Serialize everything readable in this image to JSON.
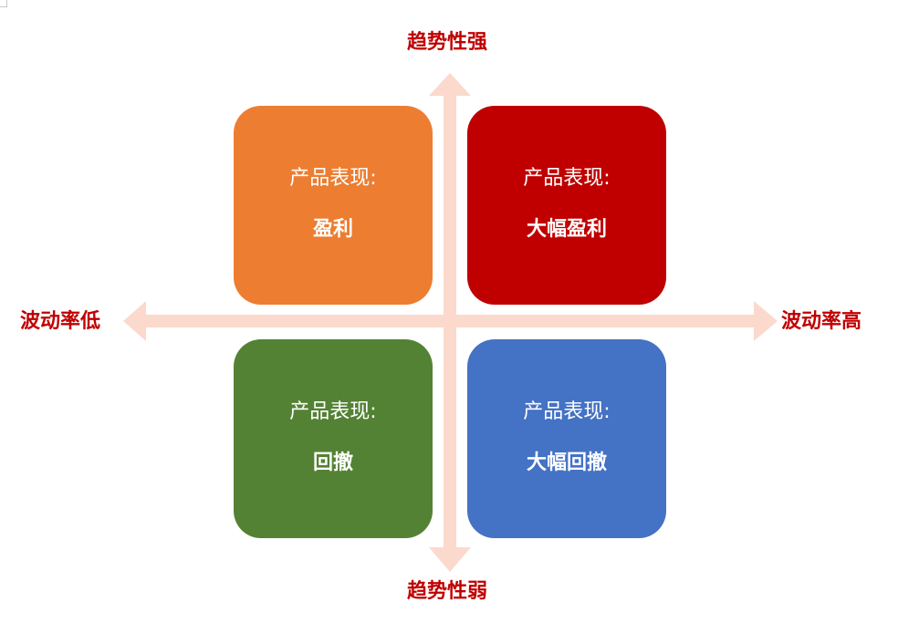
{
  "axes": {
    "top": "趋势性强",
    "bottom": "趋势性弱",
    "left": "波动率低",
    "right": "波动率高",
    "arrow_color": "#fbd9cd"
  },
  "quadrants": {
    "top_left": {
      "label": "产品表现:",
      "value": "盈利",
      "color": "#ed7d31"
    },
    "top_right": {
      "label": "产品表现:",
      "value": "大幅盈利",
      "color": "#c00000"
    },
    "bottom_left": {
      "label": "产品表现:",
      "value": "回撤",
      "color": "#548235"
    },
    "bottom_right": {
      "label": "产品表现:",
      "value": "大幅回撤",
      "color": "#4472c4"
    }
  },
  "label_color": "#c00000"
}
